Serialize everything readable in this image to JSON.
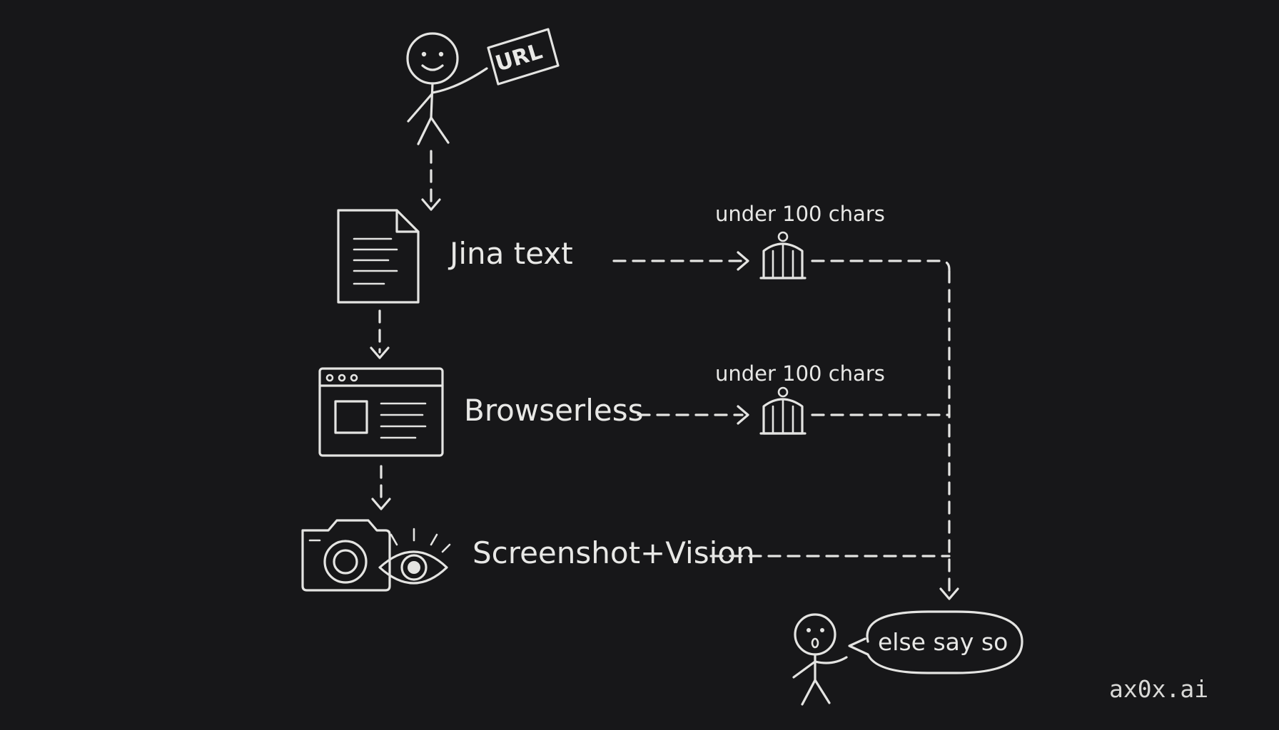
{
  "diagram": {
    "url_card": "URL",
    "steps": [
      {
        "label": "Jina text"
      },
      {
        "label": "Browserless"
      },
      {
        "label": "Screenshot+Vision"
      }
    ],
    "gates": [
      {
        "label": "under 100 chars"
      },
      {
        "label": "under 100 chars"
      }
    ],
    "speech_bubble": "else say so",
    "brand": "ax0x.ai"
  },
  "colors": {
    "background": "#171719",
    "chalk": "#e4e4e2"
  },
  "icons": [
    "stick-figure-icon",
    "document-icon",
    "browser-window-icon",
    "camera-icon",
    "eye-icon",
    "gate-icon",
    "surprised-figure-icon"
  ]
}
